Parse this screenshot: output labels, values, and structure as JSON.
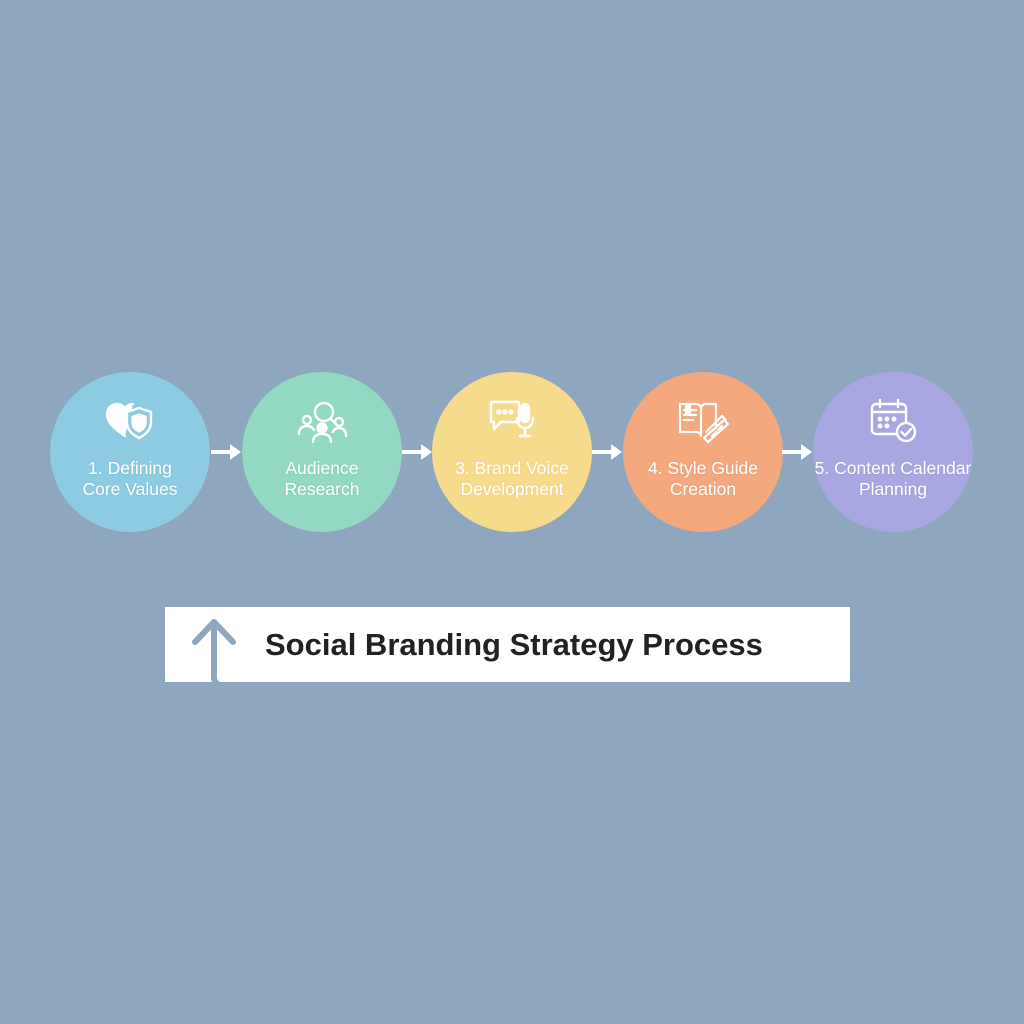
{
  "title": "Social Branding Strategy Process",
  "colors": {
    "background": "#8ea7bf",
    "step_1": "#8ccbe1",
    "step_2": "#92d8c3",
    "step_3": "#f7db8d",
    "step_4": "#f3a87e",
    "step_5": "#a9a7e2",
    "text_light": "#ffffff",
    "title_text": "#222222"
  },
  "steps": [
    {
      "line1": "1. Defining",
      "line2": "Core Values",
      "icon": "heart-shield-icon"
    },
    {
      "line1": "Audience",
      "line2": "Research",
      "icon": "people-search-icon"
    },
    {
      "line1": "3. Brand Voice",
      "line2": "Development",
      "icon": "chat-microphone-icon"
    },
    {
      "line1": "4. Style Guide",
      "line2": "Creation",
      "icon": "book-swatches-icon"
    },
    {
      "line1": "5. Content Calendar",
      "line2": "Planning",
      "icon": "calendar-check-icon"
    }
  ],
  "connectors": [
    "arrow-right-icon",
    "arrow-right-icon",
    "arrow-right-icon",
    "arrow-right-icon"
  ],
  "return_icon": "return-arrow-icon"
}
